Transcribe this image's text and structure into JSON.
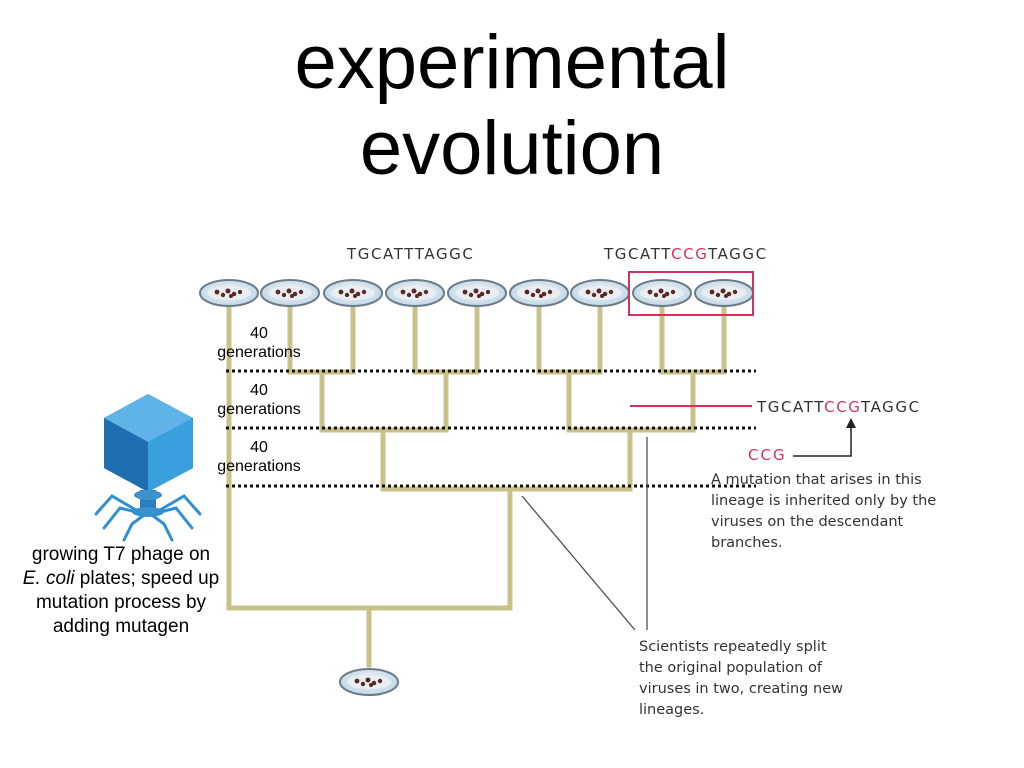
{
  "title": {
    "line1": "experimental",
    "line2": "evolution"
  },
  "sequences": {
    "original": {
      "text": "TGCATTTAGGC"
    },
    "mutant_top": {
      "pre": "TGCATT",
      "mutation": "CCG",
      "post": "TAGGC"
    },
    "mutant_side": {
      "pre": "TGCATT",
      "mutation": "CCG",
      "post": "TAGGC"
    },
    "mutation_label": "CCG"
  },
  "generation_labels": [
    {
      "line1": "40",
      "line2": "generations"
    },
    {
      "line1": "40",
      "line2": "generations"
    },
    {
      "line1": "40",
      "line2": "generations"
    }
  ],
  "caption": {
    "part1": "growing T7 phage on ",
    "italic": "E. coli",
    "part2": " plates; speed up mutation process by adding mutagen"
  },
  "notes": {
    "mutation": "A mutation that arises in this lineage is inherited only by the viruses on the descendant branches.",
    "split": "Scientists repeatedly split the original population of viruses in two, creating new lineages."
  },
  "colors": {
    "branch": "#c8c28a",
    "highlight": "#d2335a",
    "phage": "#2f8fd0"
  }
}
